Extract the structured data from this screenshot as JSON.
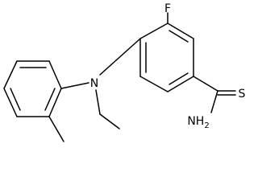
{
  "figure": {
    "type": "chemical-structure",
    "background_color": "#ffffff",
    "line_color": "#000000"
  },
  "atoms": {
    "fluorine": "F",
    "nitrogen": "N",
    "sulfur": "S",
    "amine_group": "NH2"
  }
}
